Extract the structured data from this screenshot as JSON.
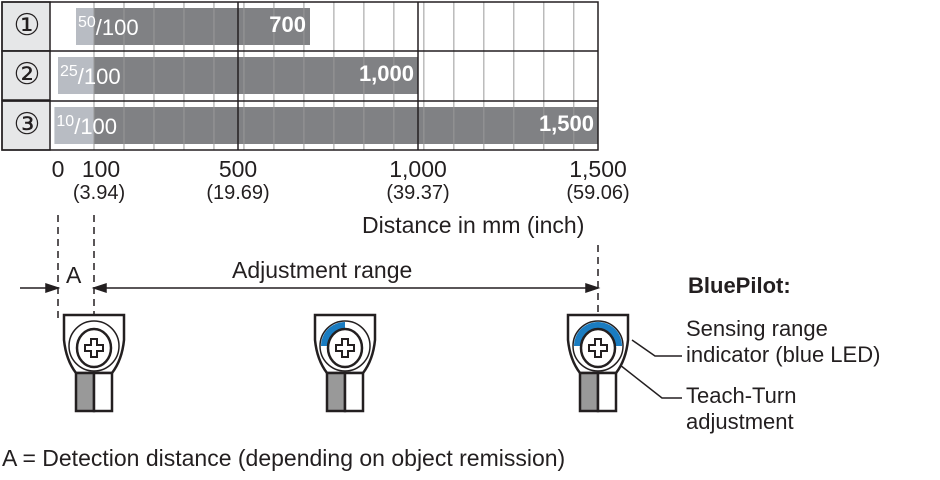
{
  "rows": [
    {
      "number": "①",
      "fraction_num": "50",
      "fraction_den": "100",
      "value_label": "700",
      "value": 700,
      "start": 50
    },
    {
      "number": "②",
      "fraction_num": "25",
      "fraction_den": "100",
      "value_label": "1,000",
      "value": 1000,
      "start": 0
    },
    {
      "number": "③",
      "fraction_num": "10",
      "fraction_den": "100",
      "value_label": "1,500",
      "value": 1500,
      "start": -10
    }
  ],
  "axis": {
    "ticks": [
      {
        "mm": "0",
        "inch": ""
      },
      {
        "mm": "100",
        "inch": "(3.94)"
      },
      {
        "mm": "500",
        "inch": "(19.69)"
      },
      {
        "mm": "1,000",
        "inch": "(39.37)"
      },
      {
        "mm": "1,500",
        "inch": "(59.06)"
      }
    ],
    "label": "Distance in mm (inch)"
  },
  "labels": {
    "a": "A",
    "adjustment_range": "Adjustment range",
    "bluepilot": "BluePilot:",
    "sensing_1": "Sensing range",
    "sensing_2": "indicator (blue LED)",
    "teach_1": "Teach-Turn",
    "teach_2": "adjustment",
    "footnote": "A = Detection distance (depending on object remission)"
  },
  "colors": {
    "bar": "#808184",
    "bar_light": "#b8bcc3",
    "led": "#1a7cc1",
    "label_bg": "#e6e7e8"
  }
}
